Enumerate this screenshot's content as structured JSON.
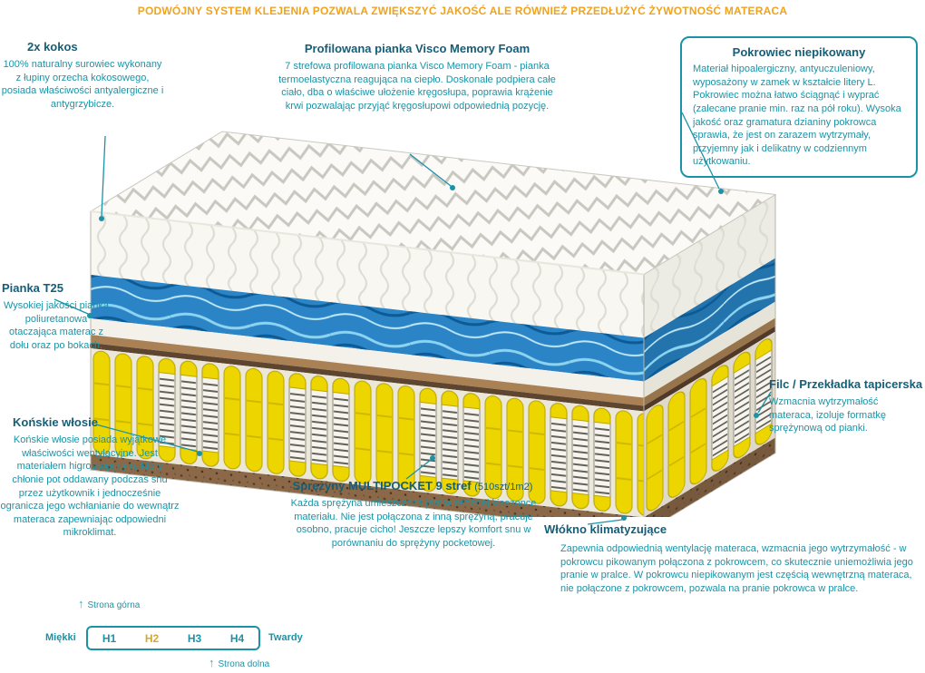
{
  "header": {
    "text": "PODWÓJNY SYSTEM KLEJENIA POZWALA ZWIĘKSZYĆ JAKOŚĆ ALE RÓWNIEŻ PRZEDŁUŻYĆ ŻYWOTNOŚĆ MATERACA"
  },
  "callouts": {
    "kokos": {
      "title": "2x kokos",
      "body": "100% naturalny surowiec wykonany z łupiny orzecha kokosowego, posiada właściwości antyalergiczne i antygrzybicze."
    },
    "pianka": {
      "title": "Pianka T25",
      "body": "Wysokiej jakości pianka poliuretanowa otaczająca materac z dołu oraz po bokach."
    },
    "wlosie": {
      "title": "Końskie włosie",
      "body": "Końskie włosie posiada wyjątkowe właściwości wentylacyjne. Jest materiałem higroskopijnym, który chłonie pot oddawany podczas snu przez użytkownik i jednocześnie ogranicza jego wchłanianie do wewnątrz materaca zapewniając odpowiedni mikroklimat."
    },
    "visco": {
      "title": "Profilowana pianka Visco Memory Foam",
      "body": "7 strefowa profilowana pianka Visco Memory Foam - pianka termoelastyczna reagująca na ciepło. Doskonale podpiera całe ciało, dba o właściwe ułożenie kręgosłupa, poprawia krążenie krwi pozwalając przyjąć kręgosłupowi odpowiednią pozycję."
    },
    "sprezyny": {
      "title": "Sprężyny MULTIPOCKET 9 stref",
      "title_suffix": "(510szt/1m2)",
      "body": "Każda sprężyna umieszczona jest w osobnej kieszonce materiału. Nie jest połączona z inną sprężyną, pracuje osobno, pracuje cicho! Jeszcze lepszy komfort snu w porównaniu do sprężyny pocketowej."
    },
    "pokrowiec": {
      "title": "Pokrowiec niepikowany",
      "body": "Materiał hipoalergiczny, antyuczuleniowy, wyposażony w zamek w kształcie litery L. Pokrowiec można łatwo ściągnąć i wyprać (zalecane pranie min. raz na pół roku). Wysoka jakość oraz gramatura dzianiny pokrowca sprawia, że jest on zarazem wytrzymały, przyjemny jak i delikatny w codziennym użytkowaniu."
    },
    "filc": {
      "title": "Filc / Przekładka tapicerska",
      "body": "Wzmacnia wytrzymałość materaca, izoluje formatkę sprężynową od pianki."
    },
    "wlokno": {
      "title": "Włókno klimatyzujące",
      "body": "Zapewnia odpowiednią wentylację materaca, wzmacnia jego wytrzymałość - w pokrowcu pikowanym połączona z pokrowcem, co skutecznie uniemożliwia jego pranie w pralce. W pokrowcu niepikowanym jest częścią wewnętrzną materaca, nie połączone z pokrowcem, pozwala na pranie pokrowca w pralce."
    }
  },
  "hardness_scale": {
    "top_label": "Strona górna",
    "bottom_label": "Strona dolna",
    "soft_label": "Miękki",
    "hard_label": "Twardy",
    "levels": [
      "H1",
      "H2",
      "H3",
      "H4"
    ],
    "active_level": "H2"
  },
  "colors": {
    "accent_teal": "#1b93a6",
    "heading_teal": "#145e78",
    "header_orange": "#efa31f",
    "active_level_gold": "#d9a72a",
    "spring_yellow": "#edd500",
    "visco_blue": "#2a84c6",
    "wood_brown": "#8a6848"
  }
}
